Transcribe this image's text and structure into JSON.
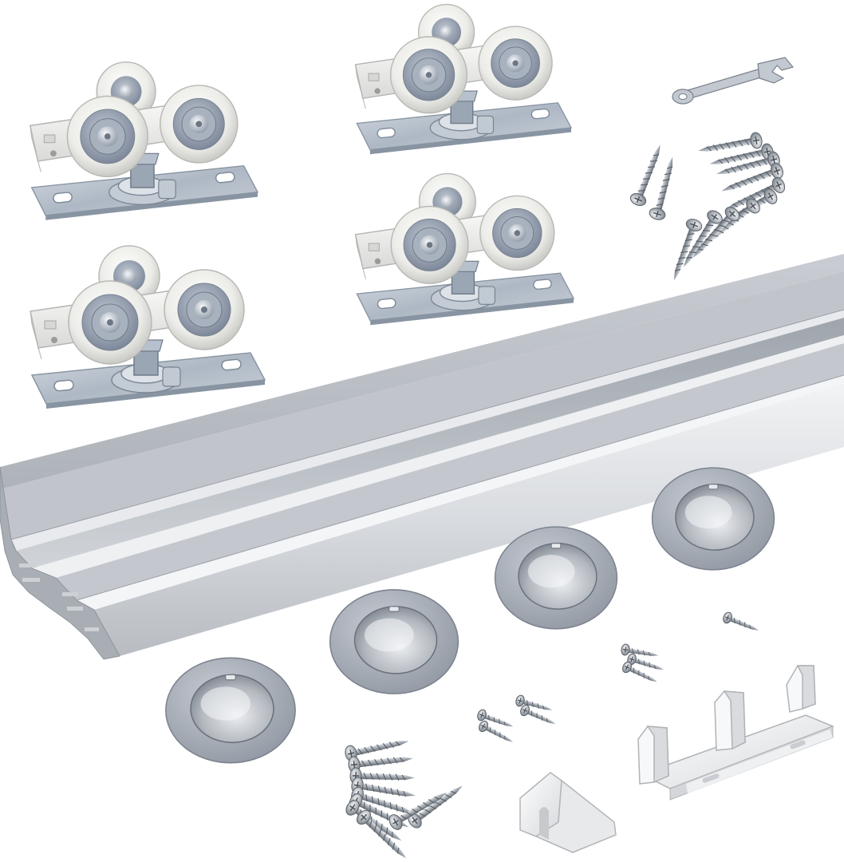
{
  "colors": {
    "background": "#ffffff",
    "aluminum_light": "#e6e8ec",
    "aluminum_mid": "#b9bdc4",
    "aluminum_dark": "#8d939b",
    "zinc_plate": "#b7c0cc",
    "nylon_white": "#f3f3f0",
    "bearing_blue_gray": "#8f9bab",
    "screw_steel": "#a6abb3",
    "plastic_white": "#f1f2f3"
  },
  "components": [
    {
      "name": "roller-carriage",
      "quantity": 4
    },
    {
      "name": "guide-rail",
      "quantity": 1
    },
    {
      "name": "recessed-flush-pull",
      "quantity": 4
    },
    {
      "name": "adjustment-wrench",
      "quantity": 1
    },
    {
      "name": "screw",
      "quantity": 30
    },
    {
      "name": "bottom-guide",
      "quantity": 1
    },
    {
      "name": "door-stop",
      "quantity": 1
    }
  ]
}
